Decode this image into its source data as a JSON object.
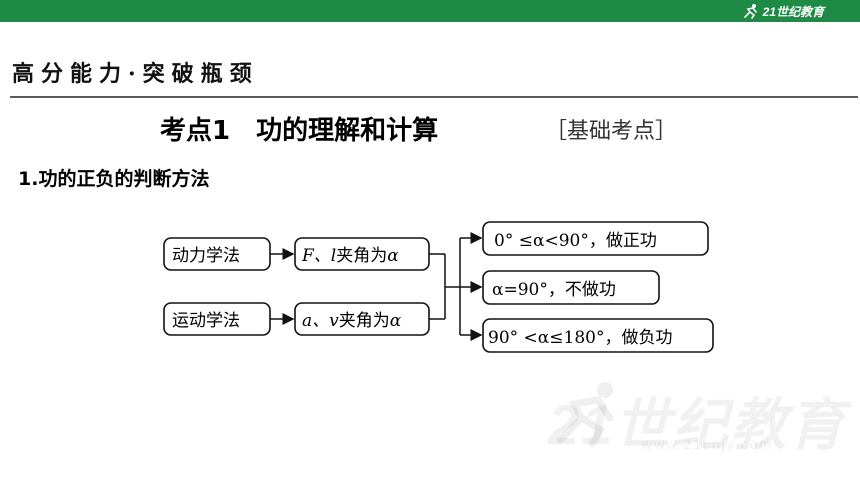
{
  "header": {
    "logo_text": "21世纪教育",
    "brand_color": "#1f8a45"
  },
  "section_heading": "高分能力·突破瓶颈",
  "topic": {
    "title": "考点1　功的理解和计算",
    "tag": "［基础考点］"
  },
  "subheading": "1.功的正负的判断方法",
  "diagram": {
    "methods": [
      {
        "label": "动力学法",
        "condition_vars": "F、l",
        "condition_suffix": "夹角为",
        "condition_angle": "α"
      },
      {
        "label": "运动学法",
        "condition_vars": "a、v",
        "condition_suffix": "夹角为",
        "condition_angle": "α"
      }
    ],
    "results": [
      {
        "text": "0° ≤α<90°，做正功"
      },
      {
        "text": "α=90°，不做功"
      },
      {
        "text": "90° <α≤180°，做负功"
      }
    ]
  },
  "watermark": {
    "text": "21世纪教育",
    "sub": "www.21cnjy.com"
  }
}
